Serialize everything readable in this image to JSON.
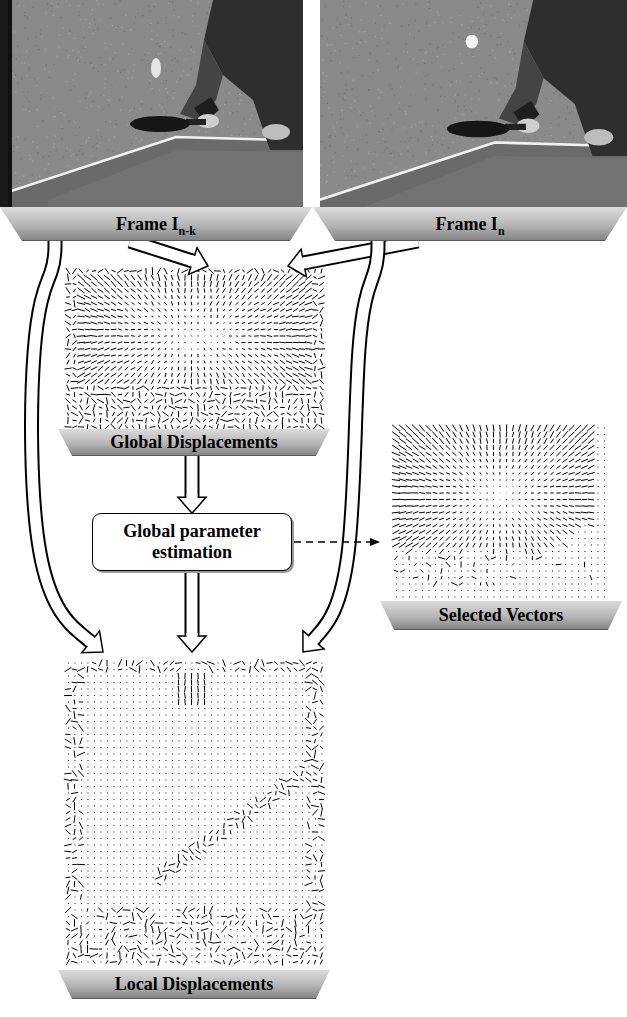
{
  "diagram": {
    "nodes": [
      {
        "text": [
          "Frame I",
          "n-k"
        ]
      },
      {
        "text": [
          "Frame I",
          "n"
        ]
      },
      {
        "text": [
          "Global Displacements"
        ]
      },
      {
        "text": [
          "Global parameter estimation"
        ]
      },
      {
        "text": [
          "Selected Vectors"
        ]
      },
      {
        "text": [
          "Local Displacements"
        ]
      }
    ],
    "edges": [
      {
        "from": 0,
        "to": 2,
        "arrow": "to"
      },
      {
        "from": 1,
        "to": 2,
        "arrow": "to"
      },
      {
        "from": 2,
        "to": 3,
        "arrow": "to"
      },
      {
        "from": 3,
        "to": 5,
        "arrow": "to"
      },
      {
        "from": 0,
        "to": 5,
        "arrow": "to"
      },
      {
        "from": 1,
        "to": 5,
        "arrow": "to"
      },
      {
        "from": 3,
        "to": 4,
        "arrow": "to"
      }
    ]
  }
}
